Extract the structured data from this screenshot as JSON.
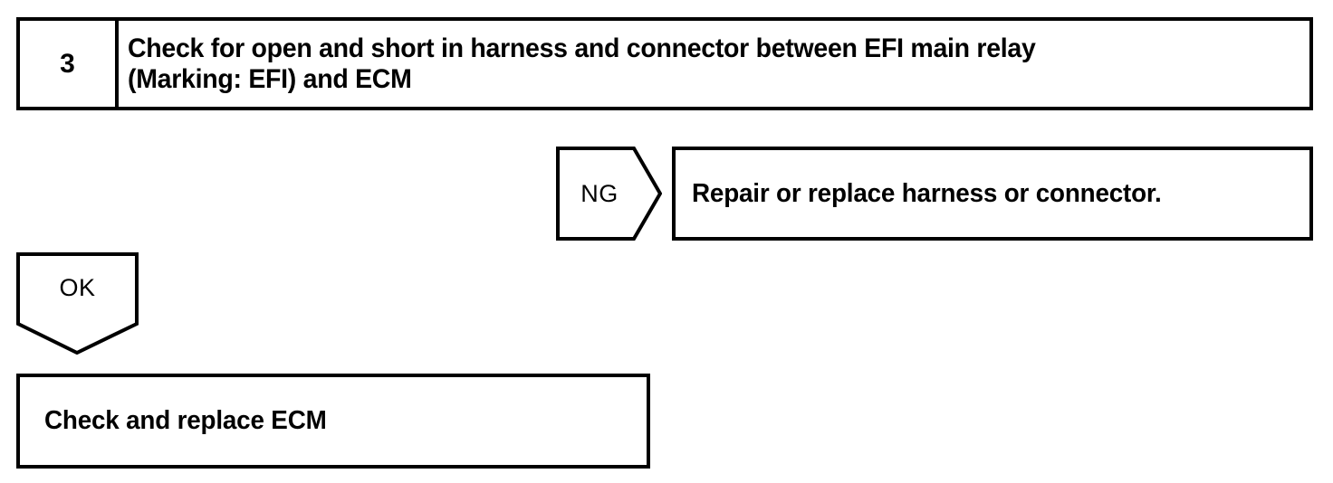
{
  "diagram": {
    "type": "troubleshooting-flowchart",
    "title": "Check for open and short in harness and connector between EFI main relay (Marking: EFI) and ECM",
    "stroke_color": "#000000",
    "background_color": "#ffffff"
  },
  "step": {
    "number": "3",
    "instruction": "Check for open and short in harness and connector between EFI main relay\n(Marking: EFI) and ECM"
  },
  "branches": {
    "ng": {
      "label": "NG",
      "shape": "pentagon-right",
      "result_box": {
        "text": "Repair or replace harness or connector."
      }
    },
    "ok": {
      "label": "OK",
      "shape": "pentagon-down",
      "result_box": {
        "text": "Check and replace ECM"
      }
    }
  }
}
